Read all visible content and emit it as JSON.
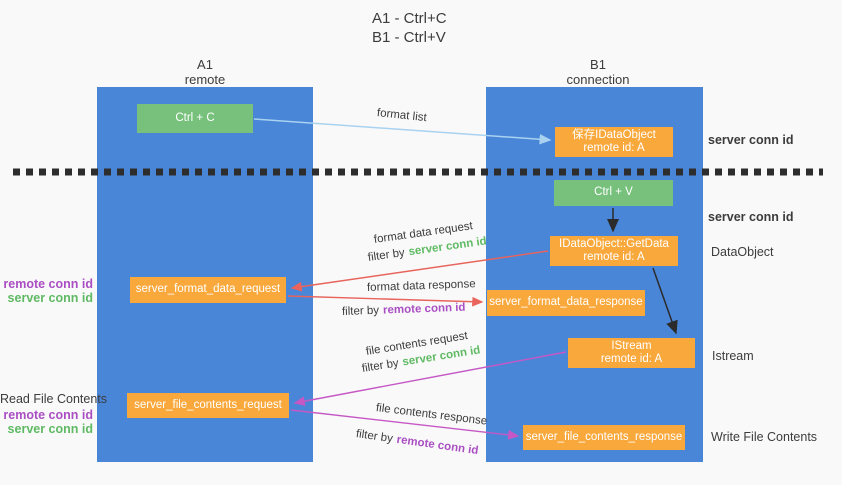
{
  "title": {
    "line1": "A1 - Ctrl+C",
    "line2": "B1 - Ctrl+V"
  },
  "columns": {
    "left": {
      "name": "A1",
      "role": "remote"
    },
    "right": {
      "name": "B1",
      "role": "connection"
    }
  },
  "nodes": {
    "ctrl_c": {
      "label": "Ctrl + C"
    },
    "save_idataobject": {
      "line1": "保存IDataObject",
      "line2": "remote id: A"
    },
    "ctrl_v": {
      "label": "Ctrl + V"
    },
    "getdata": {
      "line1": "IDataObject::GetData",
      "line2": "remote id: A"
    },
    "format_request": {
      "label": "server_format_data_request"
    },
    "format_response": {
      "label": "server_format_data_response"
    },
    "istream": {
      "line1": "IStream",
      "line2": "remote id: A"
    },
    "file_request": {
      "label": "server_file_contents_request"
    },
    "file_response": {
      "label": "server_file_contents_response"
    }
  },
  "edge_labels": {
    "format_list": "format list",
    "format_data_request": "format data request",
    "format_data_response": "format data response",
    "file_contents_request": "file contents request",
    "file_contents_response": "file contents response",
    "filter_by": "filter by",
    "server_conn_id": "server conn id",
    "remote_conn_id": "remote conn id"
  },
  "side_labels": {
    "server_conn_id_top": "server conn id",
    "server_conn_id_mid": "server conn id",
    "dataobject": "DataObject",
    "istream": "Istream",
    "write_file_contents": "Write File Contents",
    "read_file_contents": "Read File Contents",
    "remote_conn_id": "remote conn id",
    "server_conn_id": "server conn id"
  },
  "colors": {
    "bg": "#f9f9f9",
    "column_blue": "#4a86d8",
    "box_green": "#77c17c",
    "box_orange": "#f9a83c",
    "text_green": "#5fba63",
    "text_purple": "#aa4fc3",
    "text_dark": "#3c3c3c",
    "dash_dark": "#2d2d2d",
    "arrow_red": "#e8645c",
    "arrow_magenta": "#c558c5",
    "arrow_lightblue": "#a8d2f0",
    "arrow_black": "#2b2b2b"
  }
}
